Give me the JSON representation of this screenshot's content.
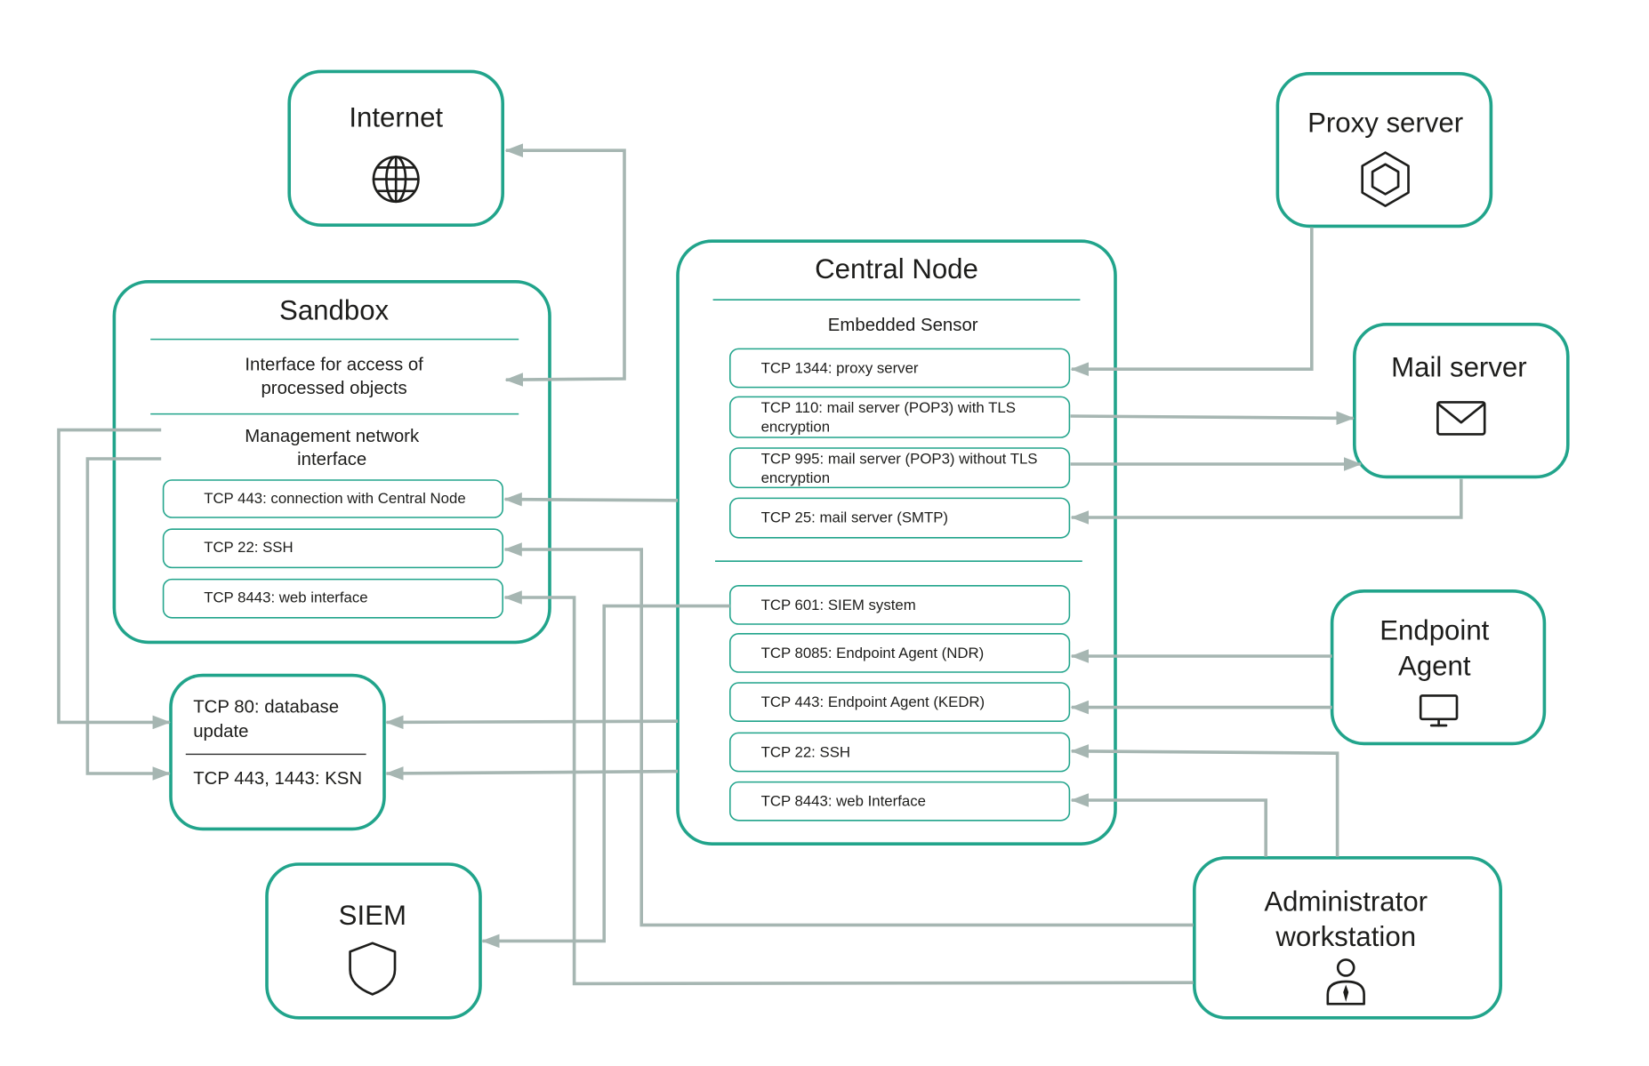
{
  "diagram": {
    "internet": {
      "title": "Internet",
      "icon": "globe-icon"
    },
    "proxy_server": {
      "title": "Proxy server",
      "icon": "hexagon-icon"
    },
    "sandbox": {
      "title": "Sandbox",
      "access_interface": [
        "Interface for access of",
        "processed objects"
      ],
      "management_interface": [
        "Management network",
        "interface"
      ],
      "ports": [
        "TCP 443: connection with Central Node",
        "TCP 22: SSH",
        "TCP 8443: web interface"
      ]
    },
    "central_node": {
      "title": "Central Node",
      "sensor_title": "Embedded Sensor",
      "sensor_ports": [
        [
          "TCP 1344: proxy server"
        ],
        [
          "TCP 110: mail server (POP3) with TLS",
          "encryption"
        ],
        [
          "TCP 995: mail server (POP3) without TLS",
          "encryption"
        ],
        [
          "TCP 25: mail server (SMTP)"
        ]
      ],
      "ports": [
        "TCP 601: SIEM system",
        "TCP 8085: Endpoint Agent (NDR)",
        "TCP 443: Endpoint Agent (KEDR)",
        "TCP 22: SSH",
        "TCP 8443: web Interface"
      ]
    },
    "mail_server": {
      "title": "Mail server",
      "icon": "envelope-icon"
    },
    "endpoint_agent": {
      "title": [
        "Endpoint",
        "Agent"
      ],
      "icon": "monitor-icon"
    },
    "update_services": {
      "database_update": [
        "TCP 80: database",
        "update"
      ],
      "ksn": "TCP 443, 1443: KSN"
    },
    "siem": {
      "title": "SIEM",
      "icon": "shield-icon"
    },
    "administrator_workstation": {
      "title": [
        "Administrator",
        "workstation"
      ],
      "icon": "user-icon"
    }
  },
  "colors": {
    "node_border": "#21a48b",
    "connector": "#a6b6b2",
    "text": "#1d1d1b",
    "background": "#ffffff"
  }
}
